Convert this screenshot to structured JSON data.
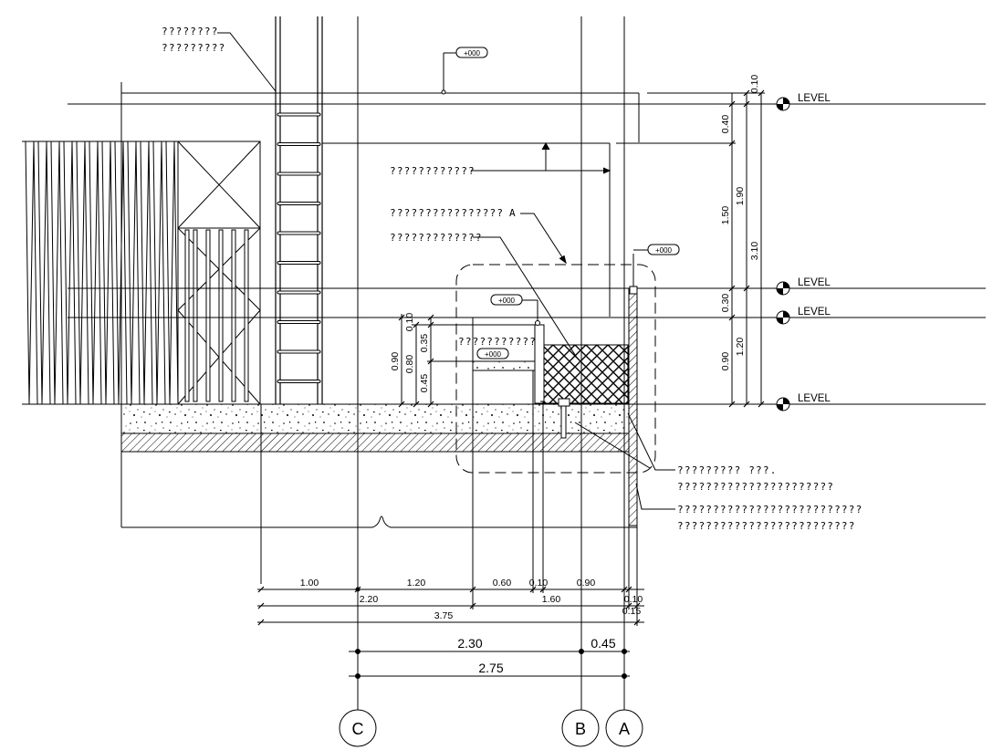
{
  "notes": {
    "top_left_1": "????????",
    "top_left_2": "?????????",
    "mid_1": "????????????",
    "mid_2": "????????????????",
    "mid_2_suffix": "A",
    "mid_3": "?????????????",
    "inner": "???????????",
    "right_1a": "????????? ???.",
    "right_1b": "??????????????????????",
    "right_2a": "??????????????????????????",
    "right_2b": "?????????????????????????"
  },
  "level_tags": [
    "+000",
    "+000",
    "+000",
    "+000"
  ],
  "levels": {
    "label": "LEVEL",
    "items": [
      "LEVEL",
      "LEVEL",
      "LEVEL",
      "LEVEL"
    ]
  },
  "vertical_dims": {
    "right_inner": [
      "0.40",
      "1.50",
      "0.30",
      "0.90"
    ],
    "right_mid": [
      "0.10",
      "1.90",
      "1.20"
    ],
    "right_outer": [
      "3.10"
    ],
    "left": [
      "0.10",
      "0.35",
      "0.45",
      "0.80",
      "0.90"
    ]
  },
  "horizontal_dims": {
    "row1": [
      "1.00",
      "1.20",
      "0.60",
      "0.10",
      "0.90",
      "0.10"
    ],
    "row2": [
      "2.20",
      "1.60",
      "0.15"
    ],
    "row3": [
      "3.75"
    ],
    "grid_row1": [
      "2.30",
      "0.45"
    ],
    "grid_row2": [
      "2.75"
    ]
  },
  "grid_labels": [
    "C",
    "B",
    "A"
  ]
}
